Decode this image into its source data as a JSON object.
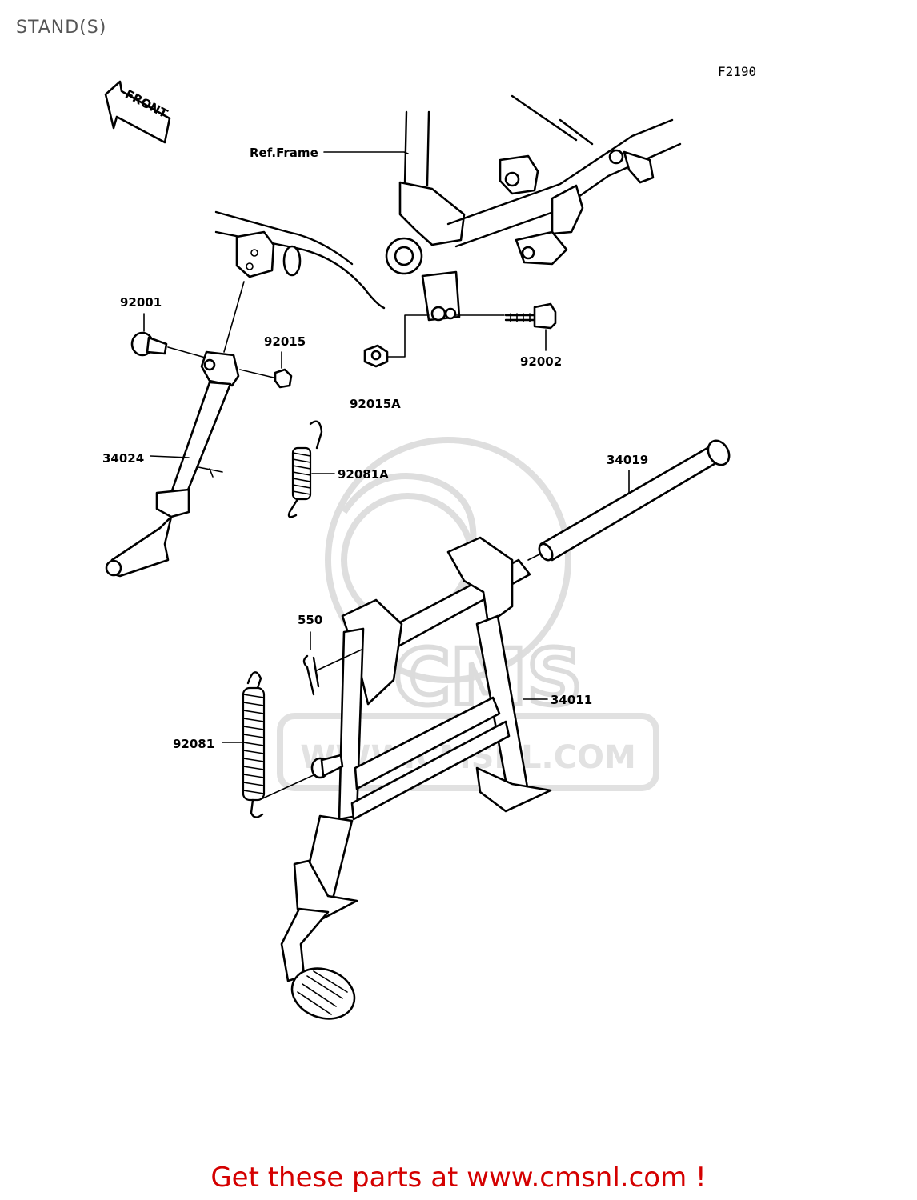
{
  "title": "STAND(S)",
  "figure_code": "F2190",
  "front_arrow_label": "FRONT",
  "watermark": {
    "brand": "CMS",
    "url": "WWW.CMSNL.COM"
  },
  "callouts": [
    {
      "id": "ref-frame",
      "label": "Ref.Frame"
    },
    {
      "id": "92001",
      "label": "92001"
    },
    {
      "id": "92015",
      "label": "92015"
    },
    {
      "id": "92002",
      "label": "92002"
    },
    {
      "id": "92015A",
      "label": "92015A"
    },
    {
      "id": "34024",
      "label": "34024"
    },
    {
      "id": "92081A",
      "label": "92081A"
    },
    {
      "id": "34019",
      "label": "34019"
    },
    {
      "id": "550",
      "label": "550"
    },
    {
      "id": "34011",
      "label": "34011"
    },
    {
      "id": "92081",
      "label": "92081"
    }
  ],
  "footer": {
    "text": "Get these parts at www.cmsnl.com !",
    "color": "#d40000"
  }
}
